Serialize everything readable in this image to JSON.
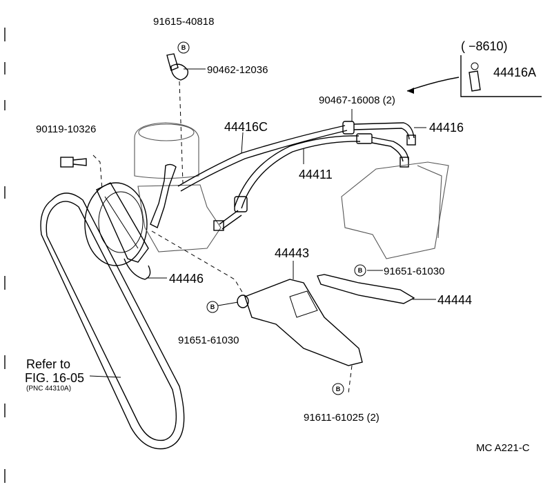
{
  "diagram": {
    "code": "MC  A221-C",
    "note_bracket": "(     −8610)",
    "refer": {
      "line1": "Refer to",
      "line2": "FIG. 16-05",
      "line3": "(PNC 44310A)"
    },
    "badge_letter": "B",
    "parts": {
      "p_91615_40818": "91615-40818",
      "p_90462_12036": "90462-12036",
      "p_90119_10326": "90119-10326",
      "p_44416C": "44416C",
      "p_90467_16008": "90467-16008 (2)",
      "p_44416": "44416",
      "p_44416A": "44416A",
      "p_44411": "44411",
      "p_44443": "44443",
      "p_91651_61030_right": "91651-61030",
      "p_44446": "44446",
      "p_44444": "44444",
      "p_91651_61030_left": "91651-61030",
      "p_91611_61025": "91611-61025 (2)"
    }
  }
}
